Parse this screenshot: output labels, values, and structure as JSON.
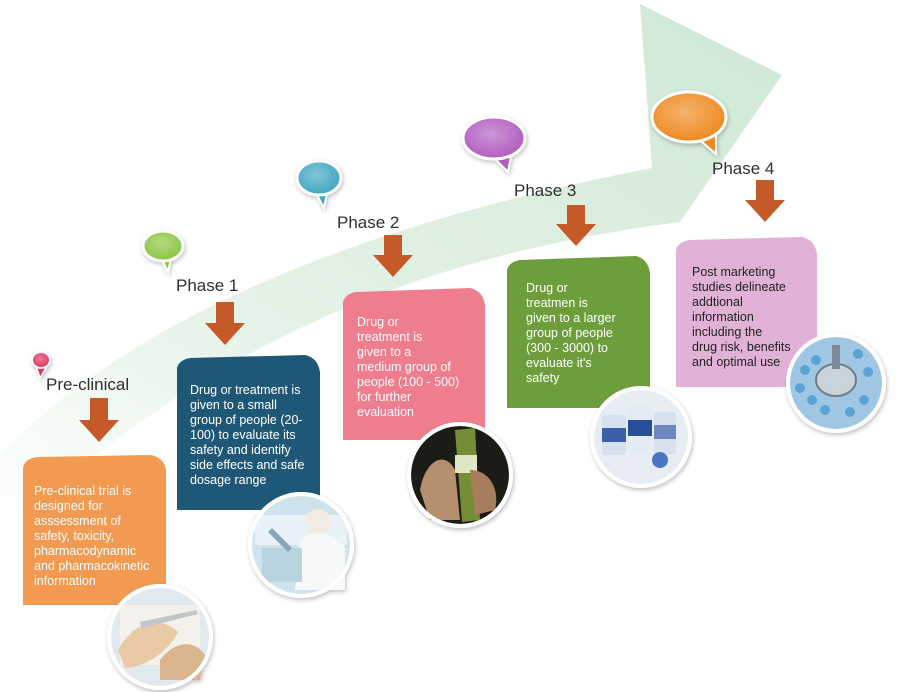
{
  "stages": [
    {
      "key": "preclinical",
      "label": "Pre-clinical",
      "description": "Pre-clinical trial is\ndesigned for\nasssessment of\nsafety, toxicity,\npharmacodynamic\nand pharmacokinetic\n information",
      "card_color": "#f39a52",
      "bubble_color": "#e2345e",
      "photo_icon": "lab-gloves-syringe-photo-icon"
    },
    {
      "key": "phase1",
      "label": "Phase 1",
      "description": "Drug or treatment is\ngiven to a small\ngroup of people (20-\n100) to evaluate its\nsafety and identify\nside effects and safe\ndosage range",
      "card_color": "#1f5876",
      "bubble_color": "#8cc540",
      "photo_icon": "lab-researcher-photo-icon"
    },
    {
      "key": "phase2",
      "label": "Phase 2",
      "description": "Drug or\ntreatment is\ngiven to a\nmedium group of\npeople (100 - 500)\nfor further\nevaluation",
      "card_color": "#ef7d8e",
      "bubble_color": "#3fa6c2",
      "photo_icon": "test-tube-photo-icon"
    },
    {
      "key": "phase3",
      "label": "Phase 3",
      "description": "Drug or\ntreatmen is\ngiven to a larger\ngroup of people\n(300 - 3000) to\nevaluate it's\nsafety",
      "card_color": "#6e9d3b",
      "bubble_color": "#b15cc0",
      "photo_icon": "vaccine-vials-photo-icon"
    },
    {
      "key": "phase4",
      "label": "Phase 4",
      "description": "Post marketing\nstudies delineate\naddtional\ninformation\nincluding the\ndrug risk, benefits\nand optimal use",
      "card_color": "#e2b2d6",
      "bubble_color": "#ee8a20",
      "photo_icon": "pill-production-line-photo-icon"
    }
  ],
  "colors": {
    "arrow_fill": "#d7ecdc",
    "down_arrow": "#c55a28"
  }
}
